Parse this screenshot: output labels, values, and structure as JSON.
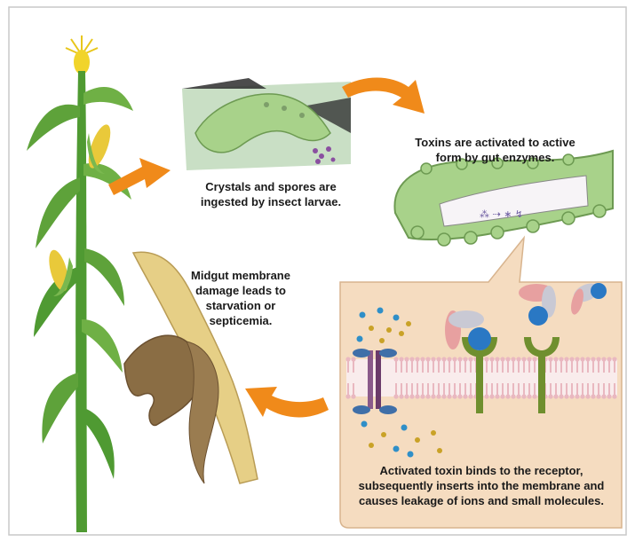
{
  "steps": [
    {
      "text": "Crystals and spores are ingested by insect larvae."
    },
    {
      "text": "Toxins are activated to active form by gut enzymes."
    },
    {
      "text": "Activated toxin binds to the receptor, subsequently inserts into the membrane and causes leakage of ions and small molecules."
    },
    {
      "text": "Midgut membrane damage leads to starvation or septicemia."
    }
  ],
  "colors": {
    "frame": "#c9c9c9",
    "callout_fill": "#f5dcc0",
    "callout_border": "#d8b48e",
    "arrow": "#f08a1a",
    "plant_green": "#5ea23a",
    "larva_green": "#a8d28a",
    "receptor_green": "#6f8f2e",
    "ion_blue": "#2f8fc8",
    "ion_gold": "#c9a227",
    "membrane_pink": "#e9b8c0",
    "dead_larva_tan": "#e6cf86",
    "dead_larva_brown": "#8a6d44"
  },
  "icons": [
    "corn-plant-icon",
    "larva-icon",
    "gut-segment-icon",
    "membrane-receptor-icon",
    "dead-larva-icon",
    "process-arrow-icon"
  ]
}
